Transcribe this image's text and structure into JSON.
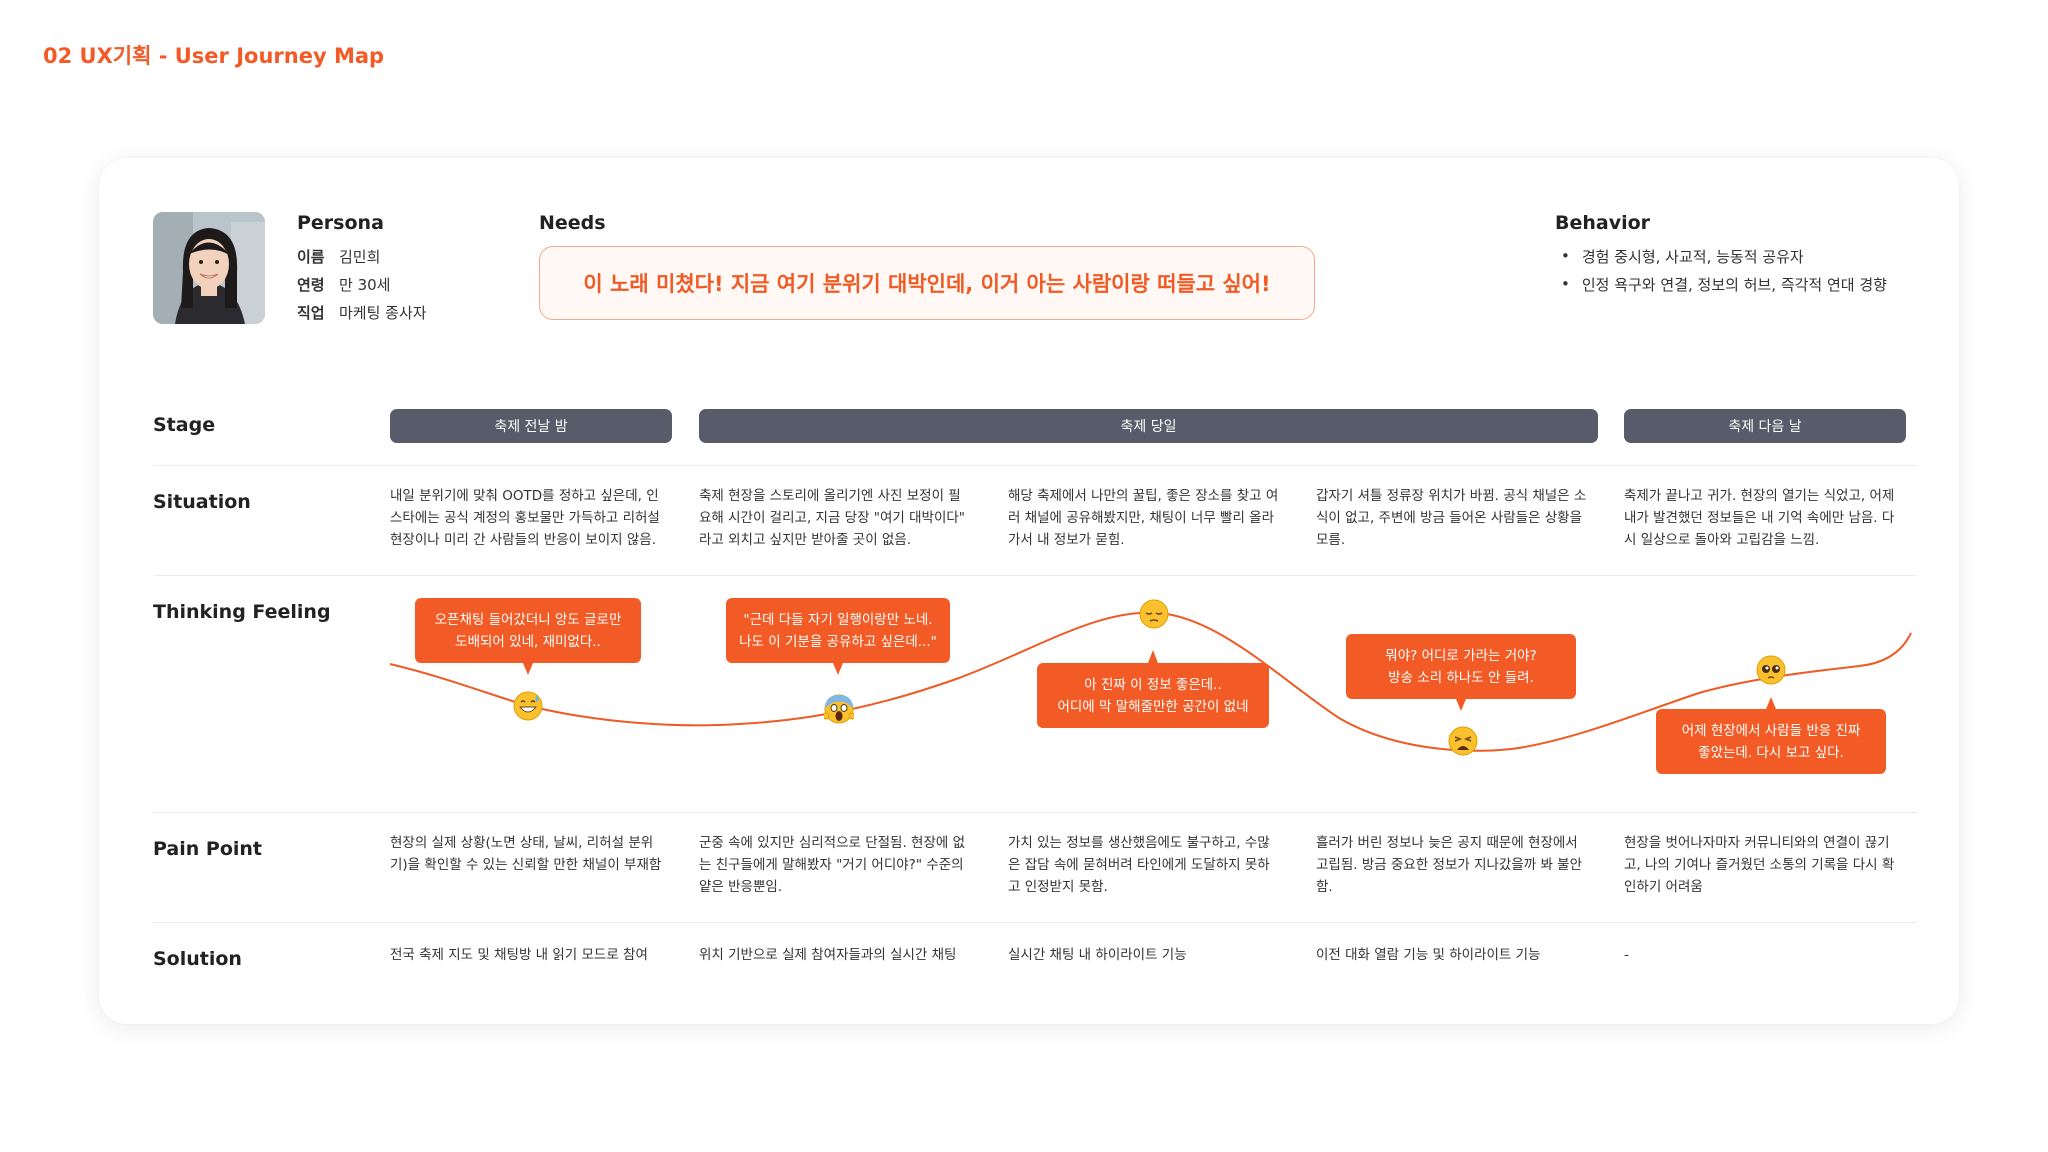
{
  "page_title": "02 UX기획 - User Journey Map",
  "persona": {
    "heading": "Persona",
    "name_label": "이름",
    "name_value": "김민희",
    "age_label": "연령",
    "age_value": "만 30세",
    "job_label": "직업",
    "job_value": "마케팅 종사자"
  },
  "needs": {
    "heading": "Needs",
    "quote": "이 노래 미쳤다! 지금 여기 분위기 대박인데, 이거 아는 사람이랑 떠들고 싶어!"
  },
  "behavior": {
    "heading": "Behavior",
    "items": [
      "경험 중시형, 사교적, 능동적 공유자",
      "인정 욕구와 연결, 정보의 허브, 즉각적 연대 경향"
    ]
  },
  "rows": {
    "stage": "Stage",
    "situation": "Situation",
    "thinking": "Thinking Feeling",
    "pain": "Pain Point",
    "solution": "Solution"
  },
  "stages": [
    "축제 전날 밤",
    "축제 당일",
    "축제 다음 날"
  ],
  "situation": [
    [
      "내일 분위기에 맞춰 OOTD를 정하고 싶은데, 인",
      "스타에는 공식 계정의 홍보물만 가득하고 리허설",
      "현장이나 미리 간 사람들의 반응이 보이지 않음."
    ],
    [
      "축제 현장을 스토리에 올리기엔 사진 보정이 필",
      "요해 시간이 걸리고, 지금 당장 \"여기 대박이다\"",
      "라고 외치고 싶지만 받아줄 곳이 없음."
    ],
    [
      "해당 축제에서 나만의 꿀팁, 좋은 장소를 찾고 여",
      "러 채널에 공유해봤지만, 채팅이 너무 빨리 올라",
      "가서 내 정보가 묻힘."
    ],
    [
      "갑자기 셔틀 정류장 위치가 바뀜. 공식 채널은 소",
      "식이 없고, 주변에 방금 들어온 사람들은 상황을",
      "모름."
    ],
    [
      "축제가 끝나고 귀가. 현장의 열기는 식었고, 어제",
      "내가 발견했던 정보들은 내 기억 속에만 남음. 다",
      "시 일상으로 돌아와 고립감을 느낌."
    ]
  ],
  "feelings": [
    [
      "오픈채팅 들어갔더니 앙도 글로만",
      "도배되어 있네, 재미없다.."
    ],
    [
      "\"근데 다들 자기 일행이랑만 노네.",
      "나도 이 기분을 공유하고 싶은데...\""
    ],
    [
      "아 진짜 이 정보 좋은데..",
      "어디에 막 말해줄만한 공간이 없네"
    ],
    [
      "뭐야? 어디로 가라는 거야?",
      "방송 소리 하나도 안 들려."
    ],
    [
      "어제 현장에서 사람들 반응 진짜",
      "좋았는데. 다시 보고 싶다."
    ]
  ],
  "emotions": [
    "grinning-sweat",
    "screaming",
    "pensive",
    "weary",
    "pleading"
  ],
  "pain_points": [
    [
      "현장의 실제 상황(노면 상태, 날씨, 리허설 분위",
      "기)을 확인할 수 있는 신뢰할 만한 채널이 부재함"
    ],
    [
      "군중 속에 있지만 심리적으로 단절됨. 현장에 없",
      "는 친구들에게 말해봤자 \"거기 어디야?\" 수준의",
      "얕은 반응뿐임."
    ],
    [
      "가치 있는 정보를 생산했음에도 불구하고, 수많",
      "은 잡담 속에 묻혀버려 타인에게 도달하지 못하",
      "고 인정받지 못함."
    ],
    [
      "흘러가 버린 정보나 늦은 공지 때문에 현장에서",
      "고립됨. 방금 중요한 정보가 지나갔을까 봐 불안",
      "함."
    ],
    [
      "현장을 벗어나자마자 커뮤니티와의 연결이 끊기",
      "고, 나의 기여나 즐거웠던 소통의 기록을 다시 확",
      "인하기 어려움"
    ]
  ],
  "solutions": [
    "전국 축제 지도 및 채팅방 내 읽기 모드로 참여",
    "위치 기반으로 실제 참여자들과의 실시간 채팅",
    "실시간 채팅 내 하이라이트 기능",
    "이전 대화 열람 기능 및 하이라이트 기능",
    "-"
  ],
  "colors": {
    "accent": "#f35b26",
    "stage_pill": "#585b6a",
    "curve": "#f05a24"
  }
}
